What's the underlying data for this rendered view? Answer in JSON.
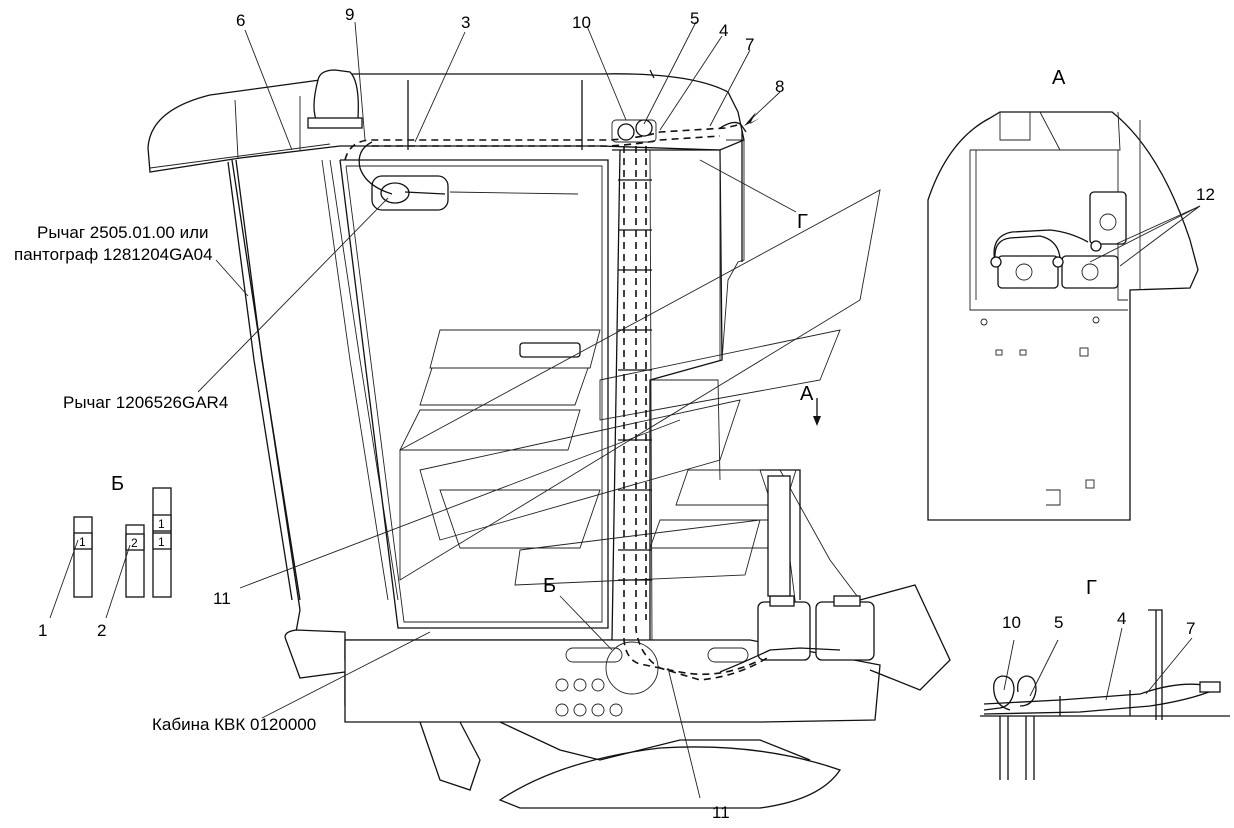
{
  "callouts": {
    "n1": "1",
    "n2": "2",
    "n3": "3",
    "n4": "4",
    "n5": "5",
    "n6": "6",
    "n7": "7",
    "n8": "8",
    "n9": "9",
    "n10": "10",
    "n11_left": "11",
    "n11_bottom": "11",
    "n12": "12"
  },
  "notes": {
    "lever_line1": "Рычаг 2505.01.00 или",
    "lever_line2": "пантограф 1281204GA04",
    "lever2": "Рычаг 1206526GAR4",
    "cabin": "Кабина КВК 0120000"
  },
  "views": {
    "A_arrow": "А",
    "A_title": "А",
    "B_mark": "Б",
    "B_title": "Б",
    "G_arrow": "Г",
    "G_title": "Г"
  },
  "view_b": {
    "tag1": "1",
    "tag2": "2",
    "tag3_top": "1",
    "tag3_bottom": "1"
  },
  "view_g": {
    "c10": "10",
    "c5": "5",
    "c4": "4",
    "c7": "7"
  }
}
